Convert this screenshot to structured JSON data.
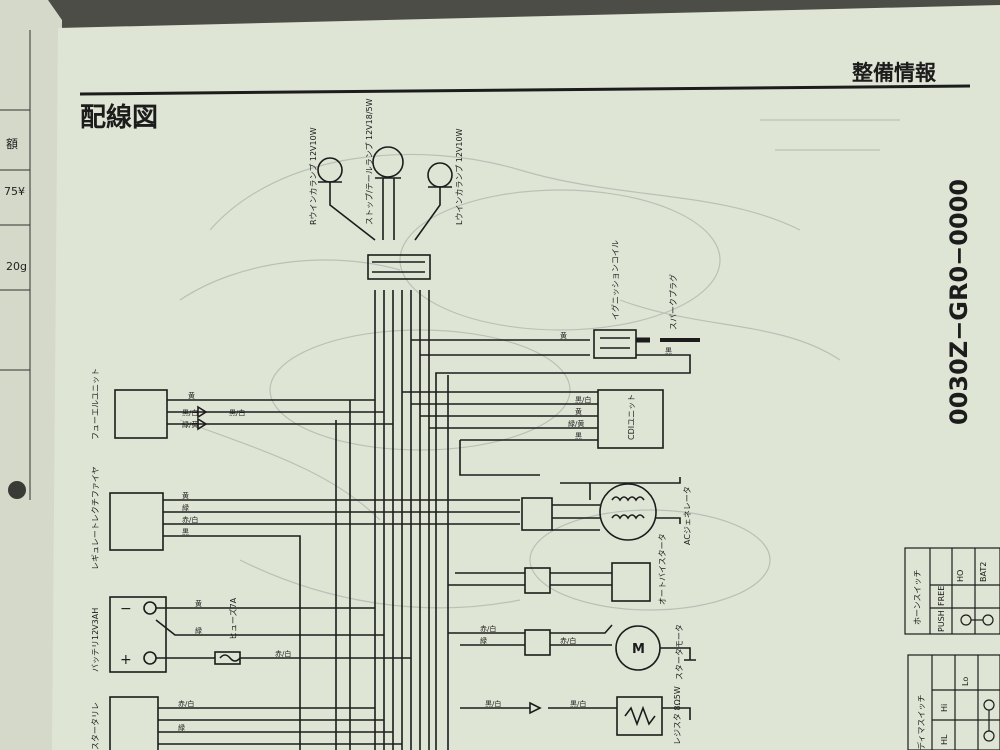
{
  "section_header": "整備情報",
  "diagram_title": "配線図",
  "part_number": "0030Z−GR0−0000",
  "components": {
    "turn_right": "Rウインカランプ 12V10W",
    "stop_tail": "ストップ/テールランプ 12V18/5W",
    "turn_left": "Lウインカランプ 12V10W",
    "ignition_coil": "イグニッションコイル",
    "spark_plug": "スパークプラグ",
    "fuel_unit": "フューエルユニット",
    "cdi_unit": "CDIユニット",
    "regulator": "レギュレートレクチファイヤ",
    "ac_generator": "ACジェネレータ",
    "auto_bystarter": "オートバイスタータ",
    "battery": "バッテリ12V3AH",
    "fuse": "ヒューズ7A",
    "starter_motor": "スタータモータ",
    "motor_symbol": "M",
    "starter_relay": "スタータリレ",
    "resistor": "レジスタ 8Ω5W",
    "battery_minus": "−",
    "battery_plus": "+"
  },
  "wire_labels": {
    "yellow": "黄",
    "green": "緑",
    "black": "黒",
    "red_white": "赤/白",
    "black_white": "黒/白",
    "green_yellow": "緑/黄"
  },
  "horn_switch": {
    "title": "ホーンスイッチ",
    "col_ho": "HO",
    "col_bat2": "BAT2",
    "row_free": "FREE",
    "row_push": "PUSH"
  },
  "dimmer_switch": {
    "title": "ディマスイッチ",
    "col_lo": "Lo",
    "row_hi": "Hi",
    "row_hl": "HL"
  },
  "left_page_fragments": [
    "額",
    "75¥",
    "20g"
  ],
  "colors": {
    "paper": "#dfe5d5",
    "ink": "#1c1c1c",
    "ghost": "#b8c0b6"
  }
}
